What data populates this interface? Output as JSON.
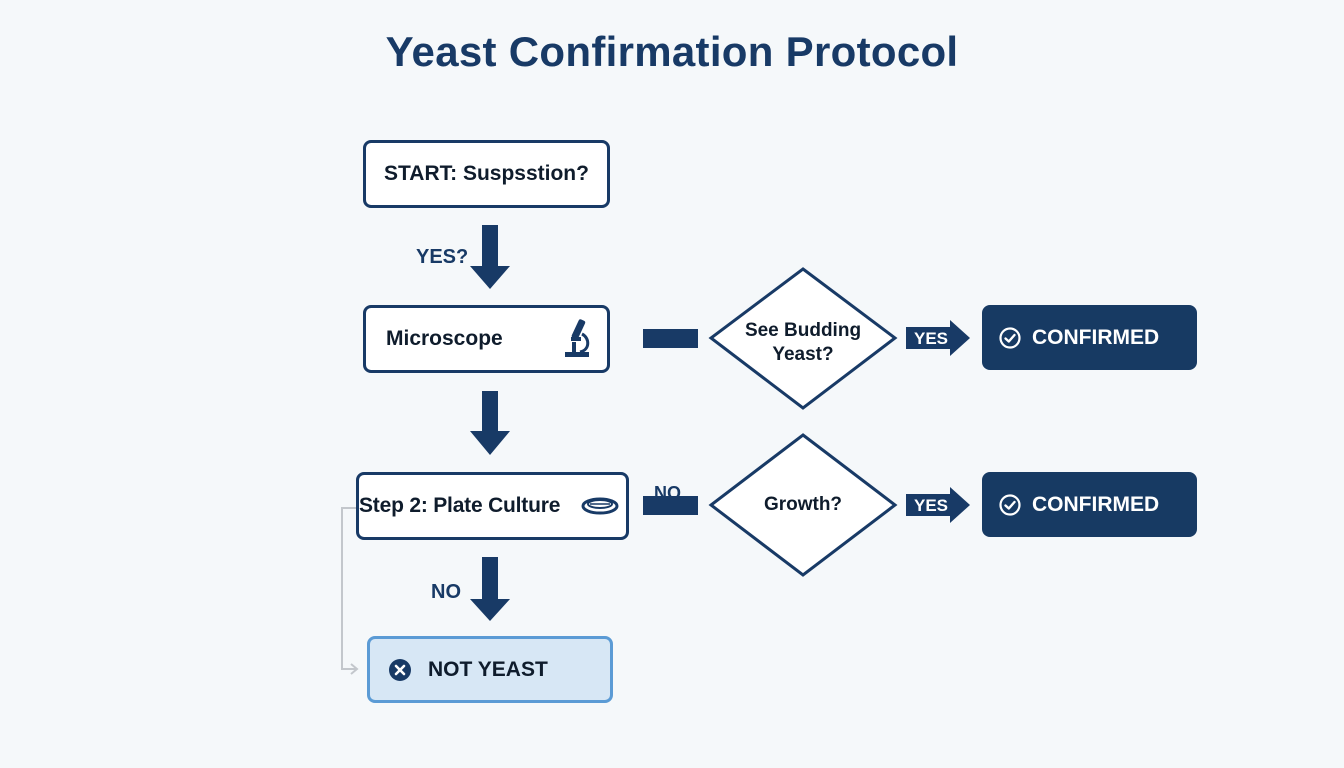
{
  "title": "Yeast Confirmation Protocol",
  "nodes": {
    "start": "START: Suspsstion?",
    "microscope": "Microscope",
    "plate": "Step 2: Plate Culture",
    "see_budding": [
      "See Budding",
      "Yeast?"
    ],
    "growth": "Growth?",
    "confirmed_1": "CONFIRMED",
    "confirmed_2": "CONFIRMED",
    "not_yeast": "NOT YEAST"
  },
  "edges": {
    "start_to_microscope": "YES?",
    "budding_to_confirmed": "YES",
    "plate_to_growth": "NO",
    "growth_to_confirmed": "YES",
    "plate_to_not_yeast": "NO"
  },
  "icons": {
    "microscope": "microscope-icon",
    "plate": "petri-dish-icon",
    "confirmed": "check-circle-icon",
    "not_yeast": "x-circle-icon"
  },
  "colors": {
    "primary": "#183a66",
    "result_fill": "#173a63",
    "negative_fill": "#d7e7f5",
    "negative_border": "#5b9bd5",
    "background": "#f5f8fa"
  }
}
